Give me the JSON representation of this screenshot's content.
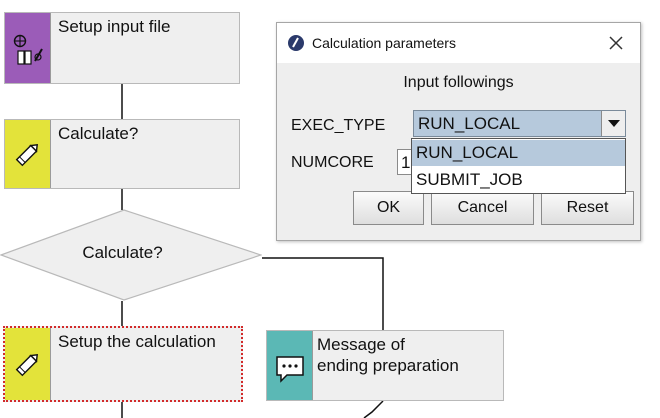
{
  "flow": {
    "setup_input": {
      "label": "Setup input file",
      "icon": "globe-files-icon",
      "color": "#9b5cb8"
    },
    "calculate_task": {
      "label": "Calculate?",
      "icon": "pencil-icon",
      "color": "#e3e33a"
    },
    "decision": {
      "label": "Calculate?"
    },
    "setup_calc": {
      "label": "Setup the calculation",
      "icon": "pencil-icon",
      "color": "#e3e33a"
    },
    "message": {
      "label": "Message of\n ending preparation",
      "icon": "chat-bubble-icon",
      "color": "#5bb8b5"
    }
  },
  "dialog": {
    "title": "Calculation parameters",
    "heading": "Input followings",
    "exec_type_label": "EXEC_TYPE",
    "exec_type_value": "RUN_LOCAL",
    "numcore_label": "NUMCORE",
    "numcore_value": "1",
    "ok_label": "OK",
    "cancel_label": "Cancel",
    "reset_label": "Reset",
    "dropdown_options": [
      "RUN_LOCAL",
      "SUBMIT_JOB"
    ]
  }
}
